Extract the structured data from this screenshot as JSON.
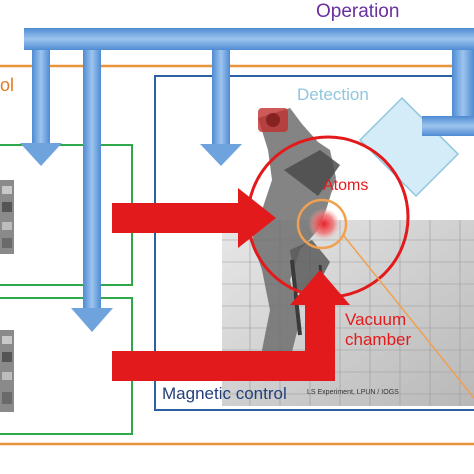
{
  "labels": {
    "operation": "Operation",
    "control_partial": "ol",
    "detection": "Detection",
    "atoms": "Atoms",
    "vacuum_line1": "Vacuum",
    "vacuum_line2": "chamber",
    "magnetic_control": "Magnetic control",
    "photo_credit": "LS Experiment, LPUN / IOGS"
  },
  "colors": {
    "operation": "#6a2fa0",
    "control_outline": "#e9933a",
    "detection_outline": "#8fc6de",
    "detection_box": "#2d5fa3",
    "magnetic_box": "#2d5fa3",
    "module_box": "#2ea84a",
    "flow_arrow": "#6fa3dd",
    "red_arrow": "#e31a1c",
    "atom_ring": "#f0a050"
  }
}
